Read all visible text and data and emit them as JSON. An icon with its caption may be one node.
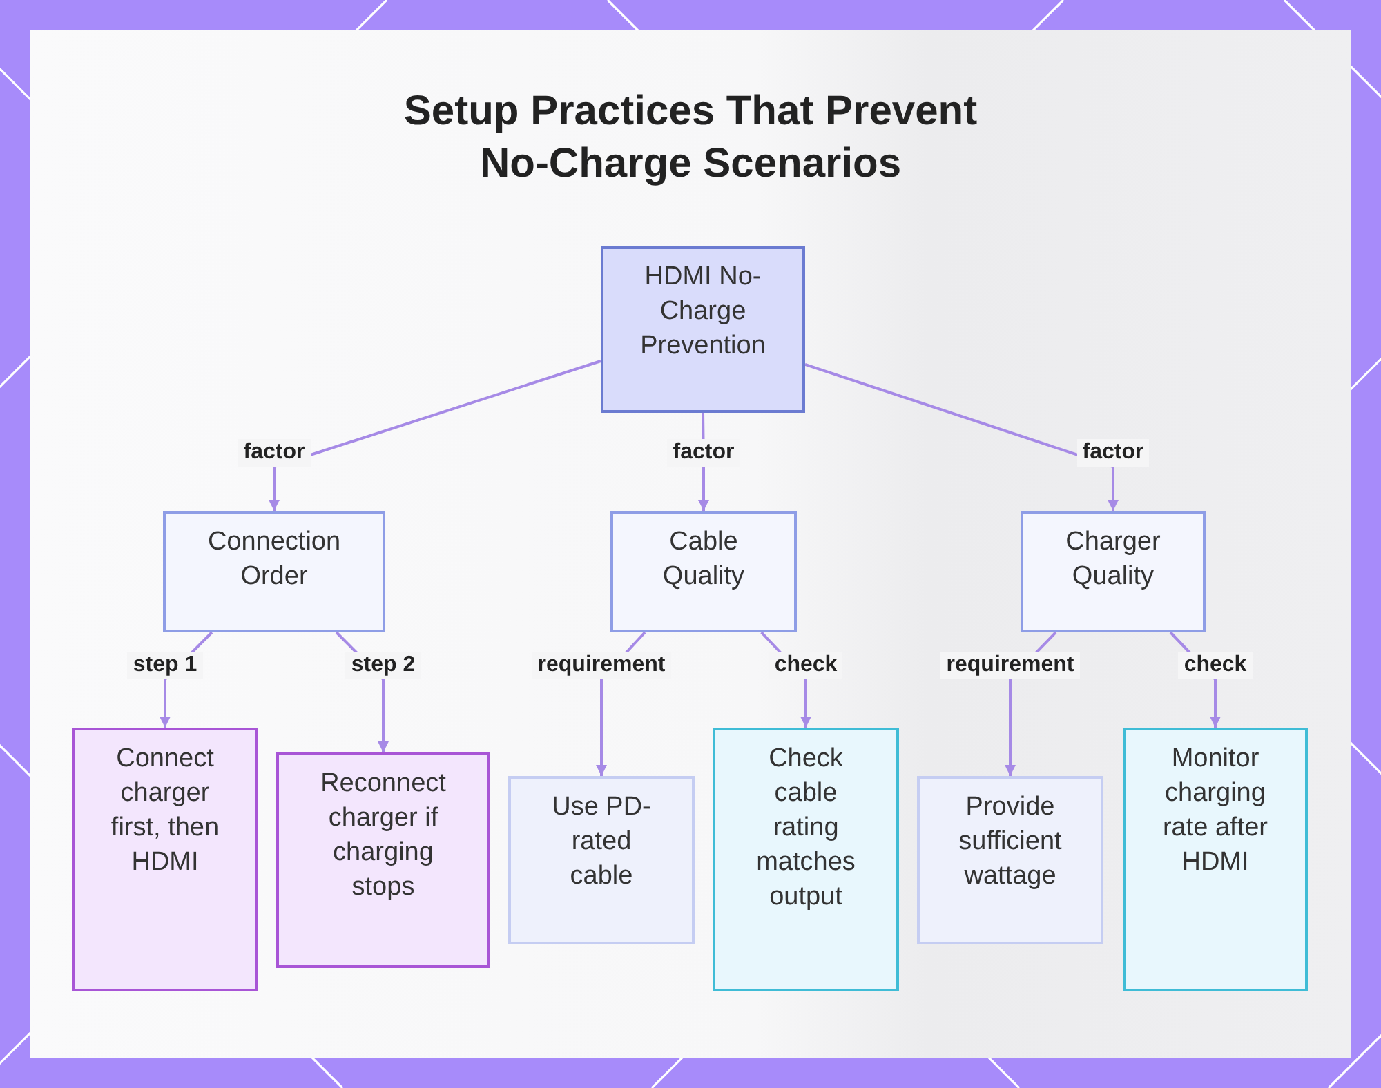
{
  "diagram": {
    "title": "Setup Practices That Prevent No-Charge Scenarios",
    "nodes": [
      {
        "text": [
          "HDMI No-Charge Prevention"
        ]
      },
      {
        "text": [
          "Connection Order"
        ]
      },
      {
        "text": [
          "Cable Quality"
        ]
      },
      {
        "text": [
          "Charger Quality"
        ]
      },
      {
        "text": [
          "Connect charger first, then HDMI"
        ]
      },
      {
        "text": [
          "Reconnect charger if charging stops"
        ]
      },
      {
        "text": [
          "Use PD-rated cable"
        ]
      },
      {
        "text": [
          "Check cable rating matches output"
        ]
      },
      {
        "text": [
          "Provide sufficient wattage"
        ]
      },
      {
        "text": [
          "Monitor charging rate after HDMI"
        ]
      }
    ],
    "edges": [
      {
        "from": 0,
        "to": 1,
        "arrow": "to",
        "label": "factor"
      },
      {
        "from": 0,
        "to": 2,
        "arrow": "to",
        "label": "factor"
      },
      {
        "from": 0,
        "to": 3,
        "arrow": "to",
        "label": "factor"
      },
      {
        "from": 1,
        "to": 4,
        "arrow": "to",
        "label": "step 1"
      },
      {
        "from": 1,
        "to": 5,
        "arrow": "to",
        "label": "step 2"
      },
      {
        "from": 2,
        "to": 6,
        "arrow": "to",
        "label": "requirement"
      },
      {
        "from": 2,
        "to": 7,
        "arrow": "to",
        "label": "check"
      },
      {
        "from": 3,
        "to": 8,
        "arrow": "to",
        "label": "requirement"
      },
      {
        "from": 3,
        "to": 9,
        "arrow": "to",
        "label": "check"
      }
    ]
  }
}
